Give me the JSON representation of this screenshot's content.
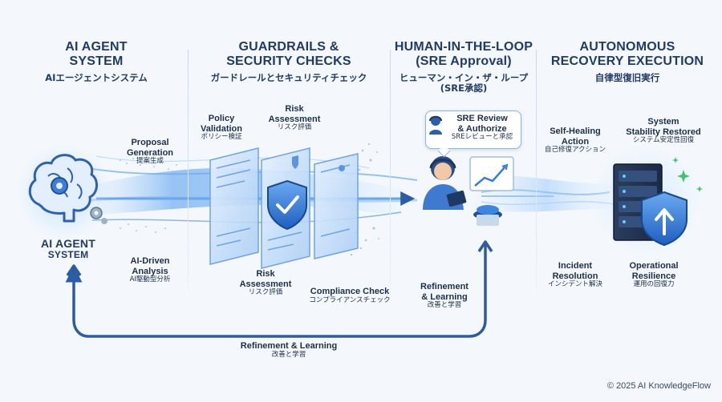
{
  "sections": [
    {
      "title_en": "AI AGENT\nSYSTEM",
      "title_jp": "AIエージェントシステム"
    },
    {
      "title_en": "GUARDRAILS &\nSECURITY CHECKS",
      "title_jp": "ガードレールとセキュリティチェック"
    },
    {
      "title_en": "HUMAN-IN-THE-LOOP\n(SRE Approval)",
      "title_jp": "ヒューマン・イン・ザ・ループ\n(SRE承認)"
    },
    {
      "title_en": "AUTONOMOUS\nRECOVERY EXECUTION",
      "title_jp": "自律型復旧実行"
    }
  ],
  "agent": {
    "label_en": "AI AGENT",
    "label_sub": "SYSTEM",
    "proposal_en": "Proposal\nGeneration",
    "proposal_jp": "提案生成",
    "analysis_en": "AI-Driven\nAnalysis",
    "analysis_jp": "AI駆動型分析"
  },
  "guardrails": {
    "policy_en": "Policy\nValidation",
    "policy_jp": "ポリシー検証",
    "risk_top_en": "Risk\nAssessment",
    "risk_top_jp": "リスク評価",
    "risk_bottom_en": "Risk\nAssessment",
    "risk_bottom_jp": "リスク評価",
    "compliance_en": "Compliance Check",
    "compliance_jp": "コンプライアンスチェック"
  },
  "human": {
    "bubble_en": "SRE Review\n& Authorize",
    "bubble_jp": "SREレビューと承認",
    "refine_en": "Refinement\n& Learning",
    "refine_jp": "改善と学習"
  },
  "recovery": {
    "self_heal_en": "Self-Healing\nAction",
    "self_heal_jp": "自己修復アクション",
    "stability_en": "System\nStability Restored",
    "stability_jp": "システム安定性回復",
    "incident_en": "Incident\nResolution",
    "incident_jp": "インシデント解決",
    "resilience_en": "Operational\nResilience",
    "resilience_jp": "運用の回復力"
  },
  "loop": {
    "label_en": "Refinement & Learning",
    "label_jp": "改善と学習"
  },
  "footer": {
    "copyright": "© 2025 AI KnowledgeFlow"
  },
  "colors": {
    "primary": "#2f6fcf",
    "dark": "#1f3b66",
    "light": "#9cc8f5",
    "accent_green": "#3cc46a"
  }
}
